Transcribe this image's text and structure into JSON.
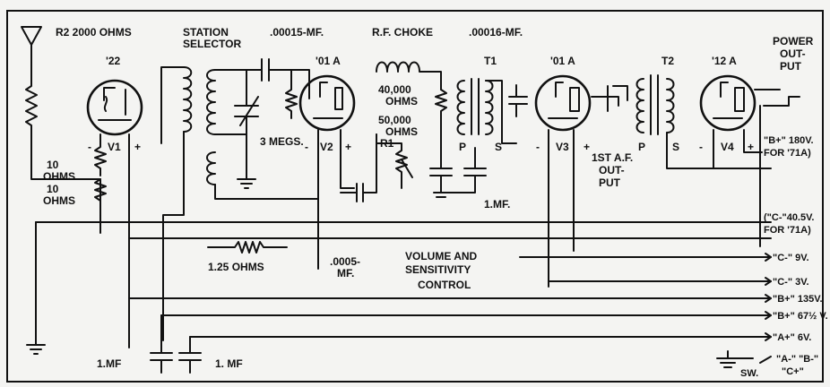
{
  "antenna_resistor": "R2 2000 OHMS",
  "tubes": [
    {
      "type": "'22",
      "id": "V1"
    },
    {
      "type": "'01 A",
      "id": "V2"
    },
    {
      "type": "'01 A",
      "id": "V3"
    },
    {
      "type": "'12 A",
      "id": "V4"
    }
  ],
  "plus": "+",
  "minus": "-",
  "station_selector": [
    "STATION",
    "SELECTOR"
  ],
  "cap_00015": ".00015-MF.",
  "rf_choke": "R.F. CHOKE",
  "cap_00016": ".00016-MF.",
  "transformers": [
    "T1",
    "T2"
  ],
  "tx_p": "P",
  "tx_s": "S",
  "power_output": [
    "POWER",
    "OUT-",
    "PUT"
  ],
  "res_40000": [
    "40,000",
    "OHMS"
  ],
  "res_50000": [
    "50,000",
    "OHMS"
  ],
  "r1": "R1",
  "res_10_a": [
    "10",
    "OHMS"
  ],
  "res_10_b": [
    "10",
    "OHMS"
  ],
  "megs_3": "3 MEGS.",
  "cap_1mf_mid": "1.MF.",
  "first_af": [
    "1ST A.F.",
    "OUT-",
    "PUT"
  ],
  "b180": [
    "\"B+\" 180V.",
    "FOR '71A)"
  ],
  "c405": [
    "(\"C-\"40.5V.",
    "FOR '71A)"
  ],
  "res_125": "1.25 OHMS",
  "cap_0005": [
    ".0005-",
    "MF."
  ],
  "volume_control": [
    "VOLUME AND",
    "SENSITIVITY",
    "CONTROL"
  ],
  "supply_terminals": [
    "\"C-\" 9V.",
    "\"C-\" 3V.",
    "\"B+\" 135V.",
    "\"B+\" 67½ V.",
    "\"A+\" 6V."
  ],
  "cap_1mf_left": "1.MF",
  "cap_1mf_right": "1. MF",
  "switch": "SW.",
  "ground_terminals": [
    "\"A-\" \"B-\"",
    "\"C+\""
  ]
}
